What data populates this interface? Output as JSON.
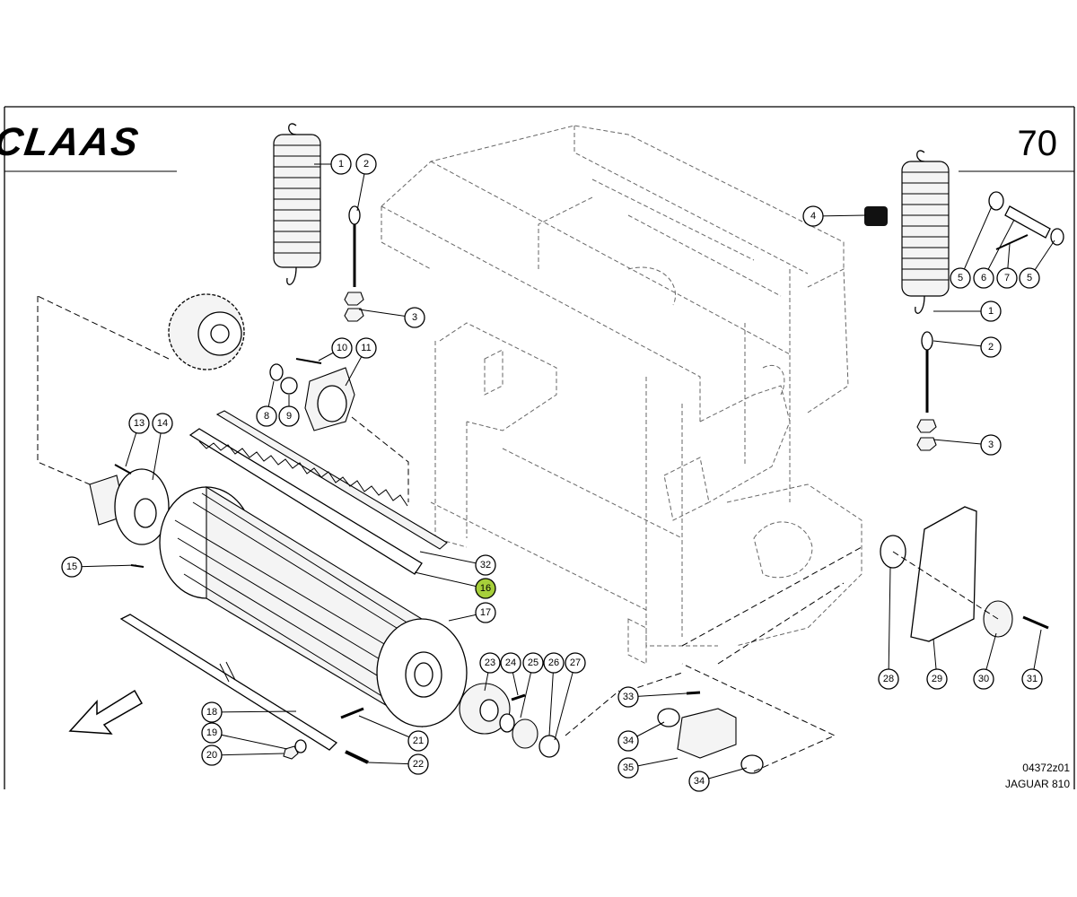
{
  "brand": "CLAAS",
  "page_number": "70",
  "drawing_number": "04372z01",
  "model": "JAGUAR 810",
  "highlighted_callout": "16",
  "callouts": [
    "1",
    "2",
    "3",
    "4",
    "5",
    "6",
    "7",
    "8",
    "9",
    "10",
    "11",
    "13",
    "14",
    "15",
    "16",
    "17",
    "18",
    "19",
    "20",
    "21",
    "22",
    "23",
    "24",
    "25",
    "26",
    "27",
    "28",
    "29",
    "30",
    "31",
    "32",
    "33",
    "34",
    "35"
  ],
  "colors": {
    "highlight": "#a6cf3a",
    "line": "#000000",
    "frame": "#666666"
  },
  "icons": [
    "direction-arrow-icon"
  ]
}
